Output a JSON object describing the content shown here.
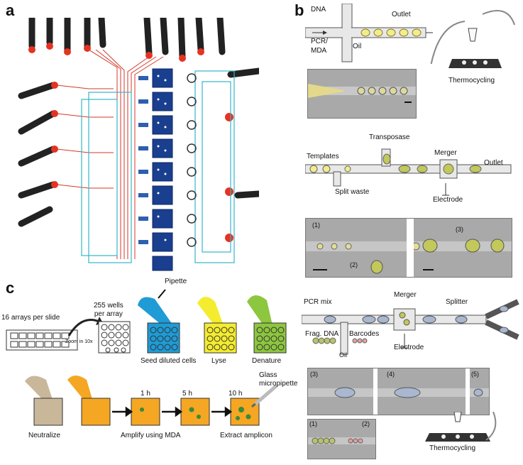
{
  "panels": {
    "a": "a",
    "b": "b",
    "c": "c"
  },
  "panel_b": {
    "top_diagram": {
      "dna": "DNA",
      "pcr_mda": "PCR/\nMDA",
      "oil": "Oil",
      "outlet": "Outlet"
    },
    "thermocycling_1": "Thermocycling",
    "mid_diagram": {
      "templates": "Templates",
      "transposase": "Transposase",
      "merger": "Merger",
      "outlet": "Outlet",
      "split_waste": "Split waste",
      "electrode": "Electrode"
    },
    "micrograph_labels": [
      "(1)",
      "(2)",
      "(3)"
    ],
    "bottom_diagram": {
      "pcr_mix": "PCR mix",
      "merger": "Merger",
      "splitter": "Splitter",
      "frag_dna": "Frag. DNA",
      "barcodes": "Barcodes",
      "oil": "Oil",
      "electrode": "Electrode"
    },
    "bottom_micrograph_labels": [
      "(3)",
      "(4)",
      "(5)",
      "(1)",
      "(2)"
    ],
    "thermocycling_2": "Thermocycling"
  },
  "panel_c": {
    "arrays_per_slide": "16 arrays per slide",
    "zoom": "Zoom in 10x",
    "wells_per_array": "255 wells\nper array",
    "pipette": "Pipette",
    "seed": "Seed diluted cells",
    "lyse": "Lyse",
    "denature": "Denature",
    "neutralize": "Neutralize",
    "times": [
      "1 h",
      "5 h",
      "10 h"
    ],
    "glass": "Glass\nmicropipette",
    "amplify": "Amplify using MDA",
    "extract": "Extract amplicon"
  },
  "colors": {
    "chip_blue": "#1a3f8f",
    "chip_red": "#d43a2a",
    "chip_cyan": "#35b6c9",
    "seed_blue": "#1f9bd6",
    "lyse_yellow": "#f4ec2f",
    "denature_green": "#8dc63f",
    "amp_orange": "#f5a623",
    "neutral_tan": "#c9b79a",
    "droplet_green": "#c2c85a"
  }
}
